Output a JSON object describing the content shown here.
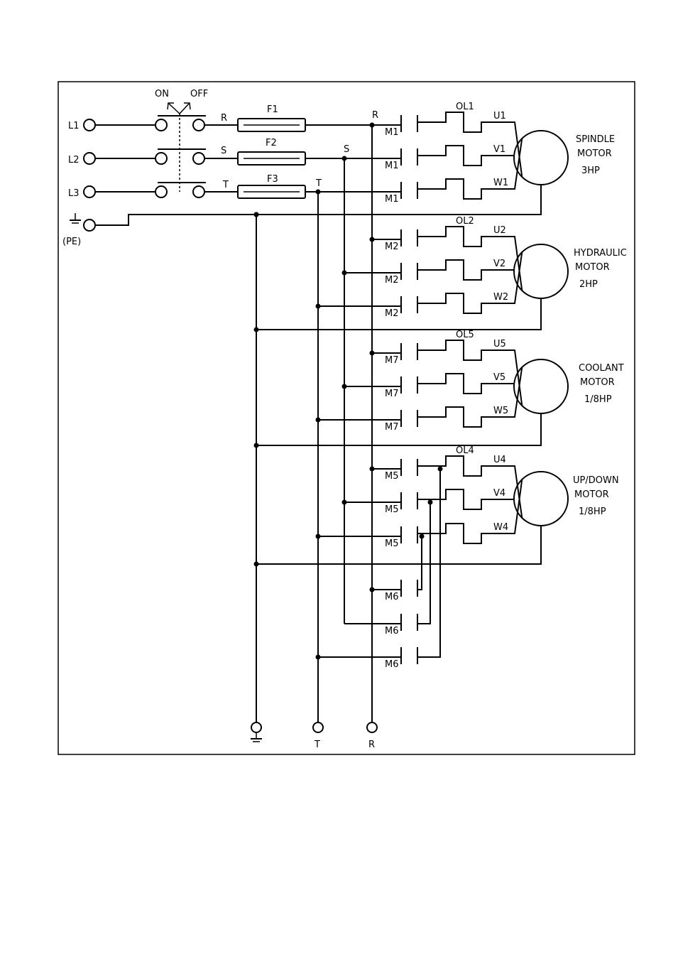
{
  "switch": {
    "on_label": "ON",
    "off_label": "OFF"
  },
  "inputs": [
    {
      "label": "L1",
      "phase": "R",
      "fuse": "F1"
    },
    {
      "label": "L2",
      "phase": "S",
      "fuse": "F2"
    },
    {
      "label": "L3",
      "phase": "T",
      "fuse": "F3"
    }
  ],
  "ground_label": "(PE)",
  "bus_labels": {
    "r": "R",
    "s": "S",
    "t": "T"
  },
  "bottom_terminals": {
    "t": "T",
    "r": "R"
  },
  "motors": [
    {
      "name_line1": "SPINDLE",
      "name_line2": "MOTOR",
      "power": "3HP",
      "contactor": "M1",
      "overload": "OL1",
      "terminals": [
        "U1",
        "V1",
        "W1"
      ]
    },
    {
      "name_line1": "HYDRAULIC",
      "name_line2": "MOTOR",
      "power": "2HP",
      "contactor": "M2",
      "overload": "OL2",
      "terminals": [
        "U2",
        "V2",
        "W2"
      ]
    },
    {
      "name_line1": "COOLANT",
      "name_line2": "MOTOR",
      "power": "1/8HP",
      "contactor": "M7",
      "overload": "OL5",
      "terminals": [
        "U5",
        "V5",
        "W5"
      ]
    },
    {
      "name_line1": "UP/DOWN",
      "name_line2": "MOTOR",
      "power": "1/8HP",
      "contactor": "M5",
      "overload": "OL4",
      "terminals": [
        "U4",
        "V4",
        "W4"
      ]
    }
  ],
  "reverse_contactor": "M6"
}
